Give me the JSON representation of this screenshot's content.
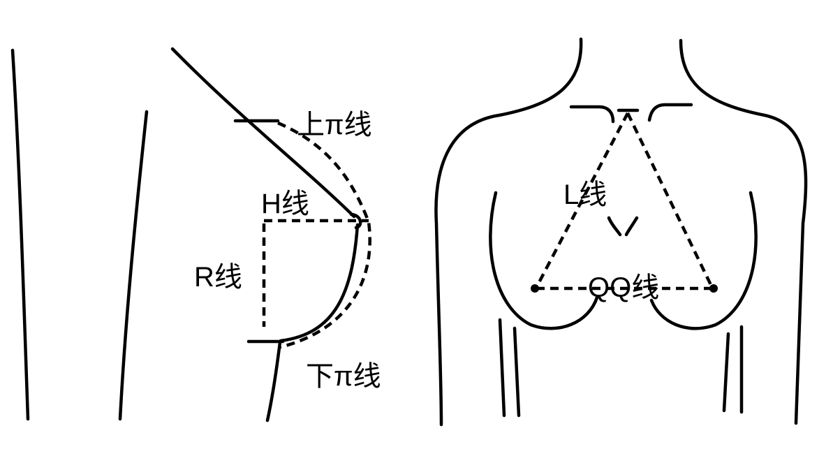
{
  "labels": {
    "upper_pi": "上π线",
    "h_line": "H线",
    "r_line": "R线",
    "lower_pi": "下π线",
    "l_line": "L线",
    "qq_line": "QQ线"
  },
  "colors": {
    "ink": "#000000",
    "background": "#ffffff"
  }
}
